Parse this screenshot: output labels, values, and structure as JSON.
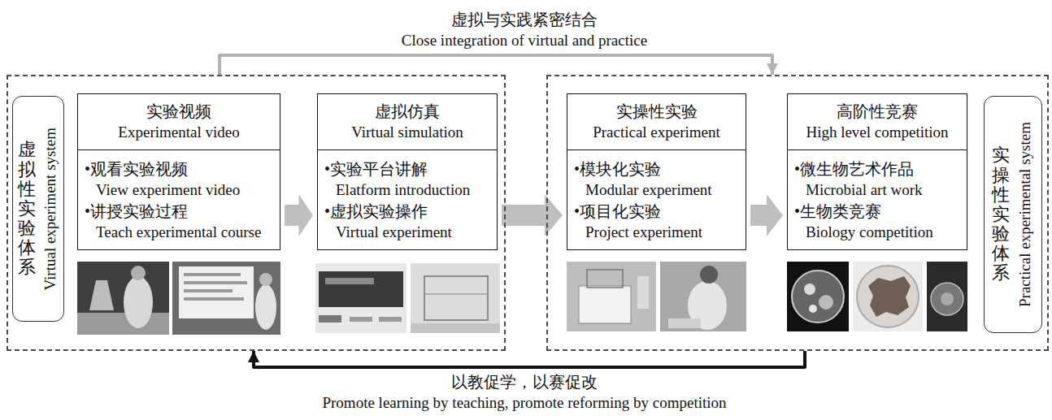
{
  "diagram": {
    "nodes": [
      {},
      {
        "text": [
          "虚拟性实验体系",
          "Virtual experiment system"
        ],
        "in": 0
      },
      {
        "text": [
          "实验视频",
          "Experimental video",
          "•观看实验视频",
          "View experiment video",
          "•讲授实验过程",
          "Teach experimental course"
        ],
        "in": 0
      },
      {
        "text": [
          "虚拟仿真",
          "Virtual simulation",
          "•实验平台讲解",
          "Elatform introduction",
          "•虚拟实验操作",
          "Virtual experiment"
        ],
        "in": 0
      },
      {},
      {
        "text": [
          "实操性实验",
          "Practical experiment",
          "•模块化实验",
          "Modular experiment",
          "•项目化实验",
          "Project experiment"
        ],
        "in": 4
      },
      {
        "text": [
          "高阶性竞赛",
          "High level competition",
          "•微生物艺术作品",
          "Microbial art work",
          "•生物类竞赛",
          "Biology competition"
        ],
        "in": 4
      },
      {
        "text": [
          "实操性实验体系",
          "Practical experimental system"
        ],
        "in": 4
      }
    ],
    "edges": [
      {
        "from": 0,
        "to": 4,
        "arrow": "to",
        "label": "虚拟与实践紧密结合 Close integration of virtual and practice"
      },
      {
        "from": 2,
        "to": 3,
        "arrow": "to"
      },
      {
        "from": 3,
        "to": 5,
        "arrow": "to"
      },
      {
        "from": 5,
        "to": 6,
        "arrow": "to"
      },
      {
        "from": 4,
        "to": 0,
        "arrow": "to",
        "label": "以教促学，以赛促改 Promote learning by teaching, promote reforming by competition"
      }
    ]
  }
}
